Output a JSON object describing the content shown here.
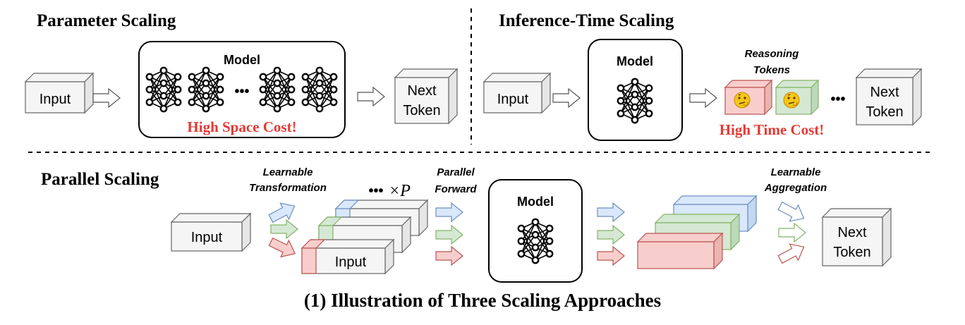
{
  "parameter_scaling": {
    "title": "Parameter Scaling",
    "input": "Input",
    "model_title": "Model",
    "ellipsis": "•••",
    "cost": "High Space Cost!",
    "next": [
      "Next",
      "Token"
    ]
  },
  "inference_scaling": {
    "title": "Inference-Time Scaling",
    "input": "Input",
    "model_title": "Model",
    "reasoning_label": [
      "Reasoning",
      "Tokens"
    ],
    "ellipsis": "•••",
    "cost": "High Time Cost!",
    "next": [
      "Next",
      "Token"
    ]
  },
  "parallel_scaling": {
    "title": "Parallel Scaling",
    "input": "Input",
    "transform_label": [
      "Learnable",
      "Transformation"
    ],
    "times_p_dots": "•••",
    "times_p": "×P",
    "forward_label": [
      "Parallel",
      "Forward"
    ],
    "stacked_input": "Input",
    "model_title": "Model",
    "aggregation_label": [
      "Learnable",
      "Aggregation"
    ],
    "next": [
      "Next",
      "Token"
    ]
  },
  "caption": "(1) Illustration of Three Scaling Approaches",
  "colors": {
    "cost_red": "#e53935",
    "blue_fill": "#dae8fc",
    "blue_stroke": "#6c8ebf",
    "green_fill": "#d5e8d4",
    "green_stroke": "#82b366",
    "red_fill": "#f8cecc",
    "red_stroke": "#b85450",
    "gray_fill": "#f5f5f5",
    "gray_stroke": "#666666"
  }
}
